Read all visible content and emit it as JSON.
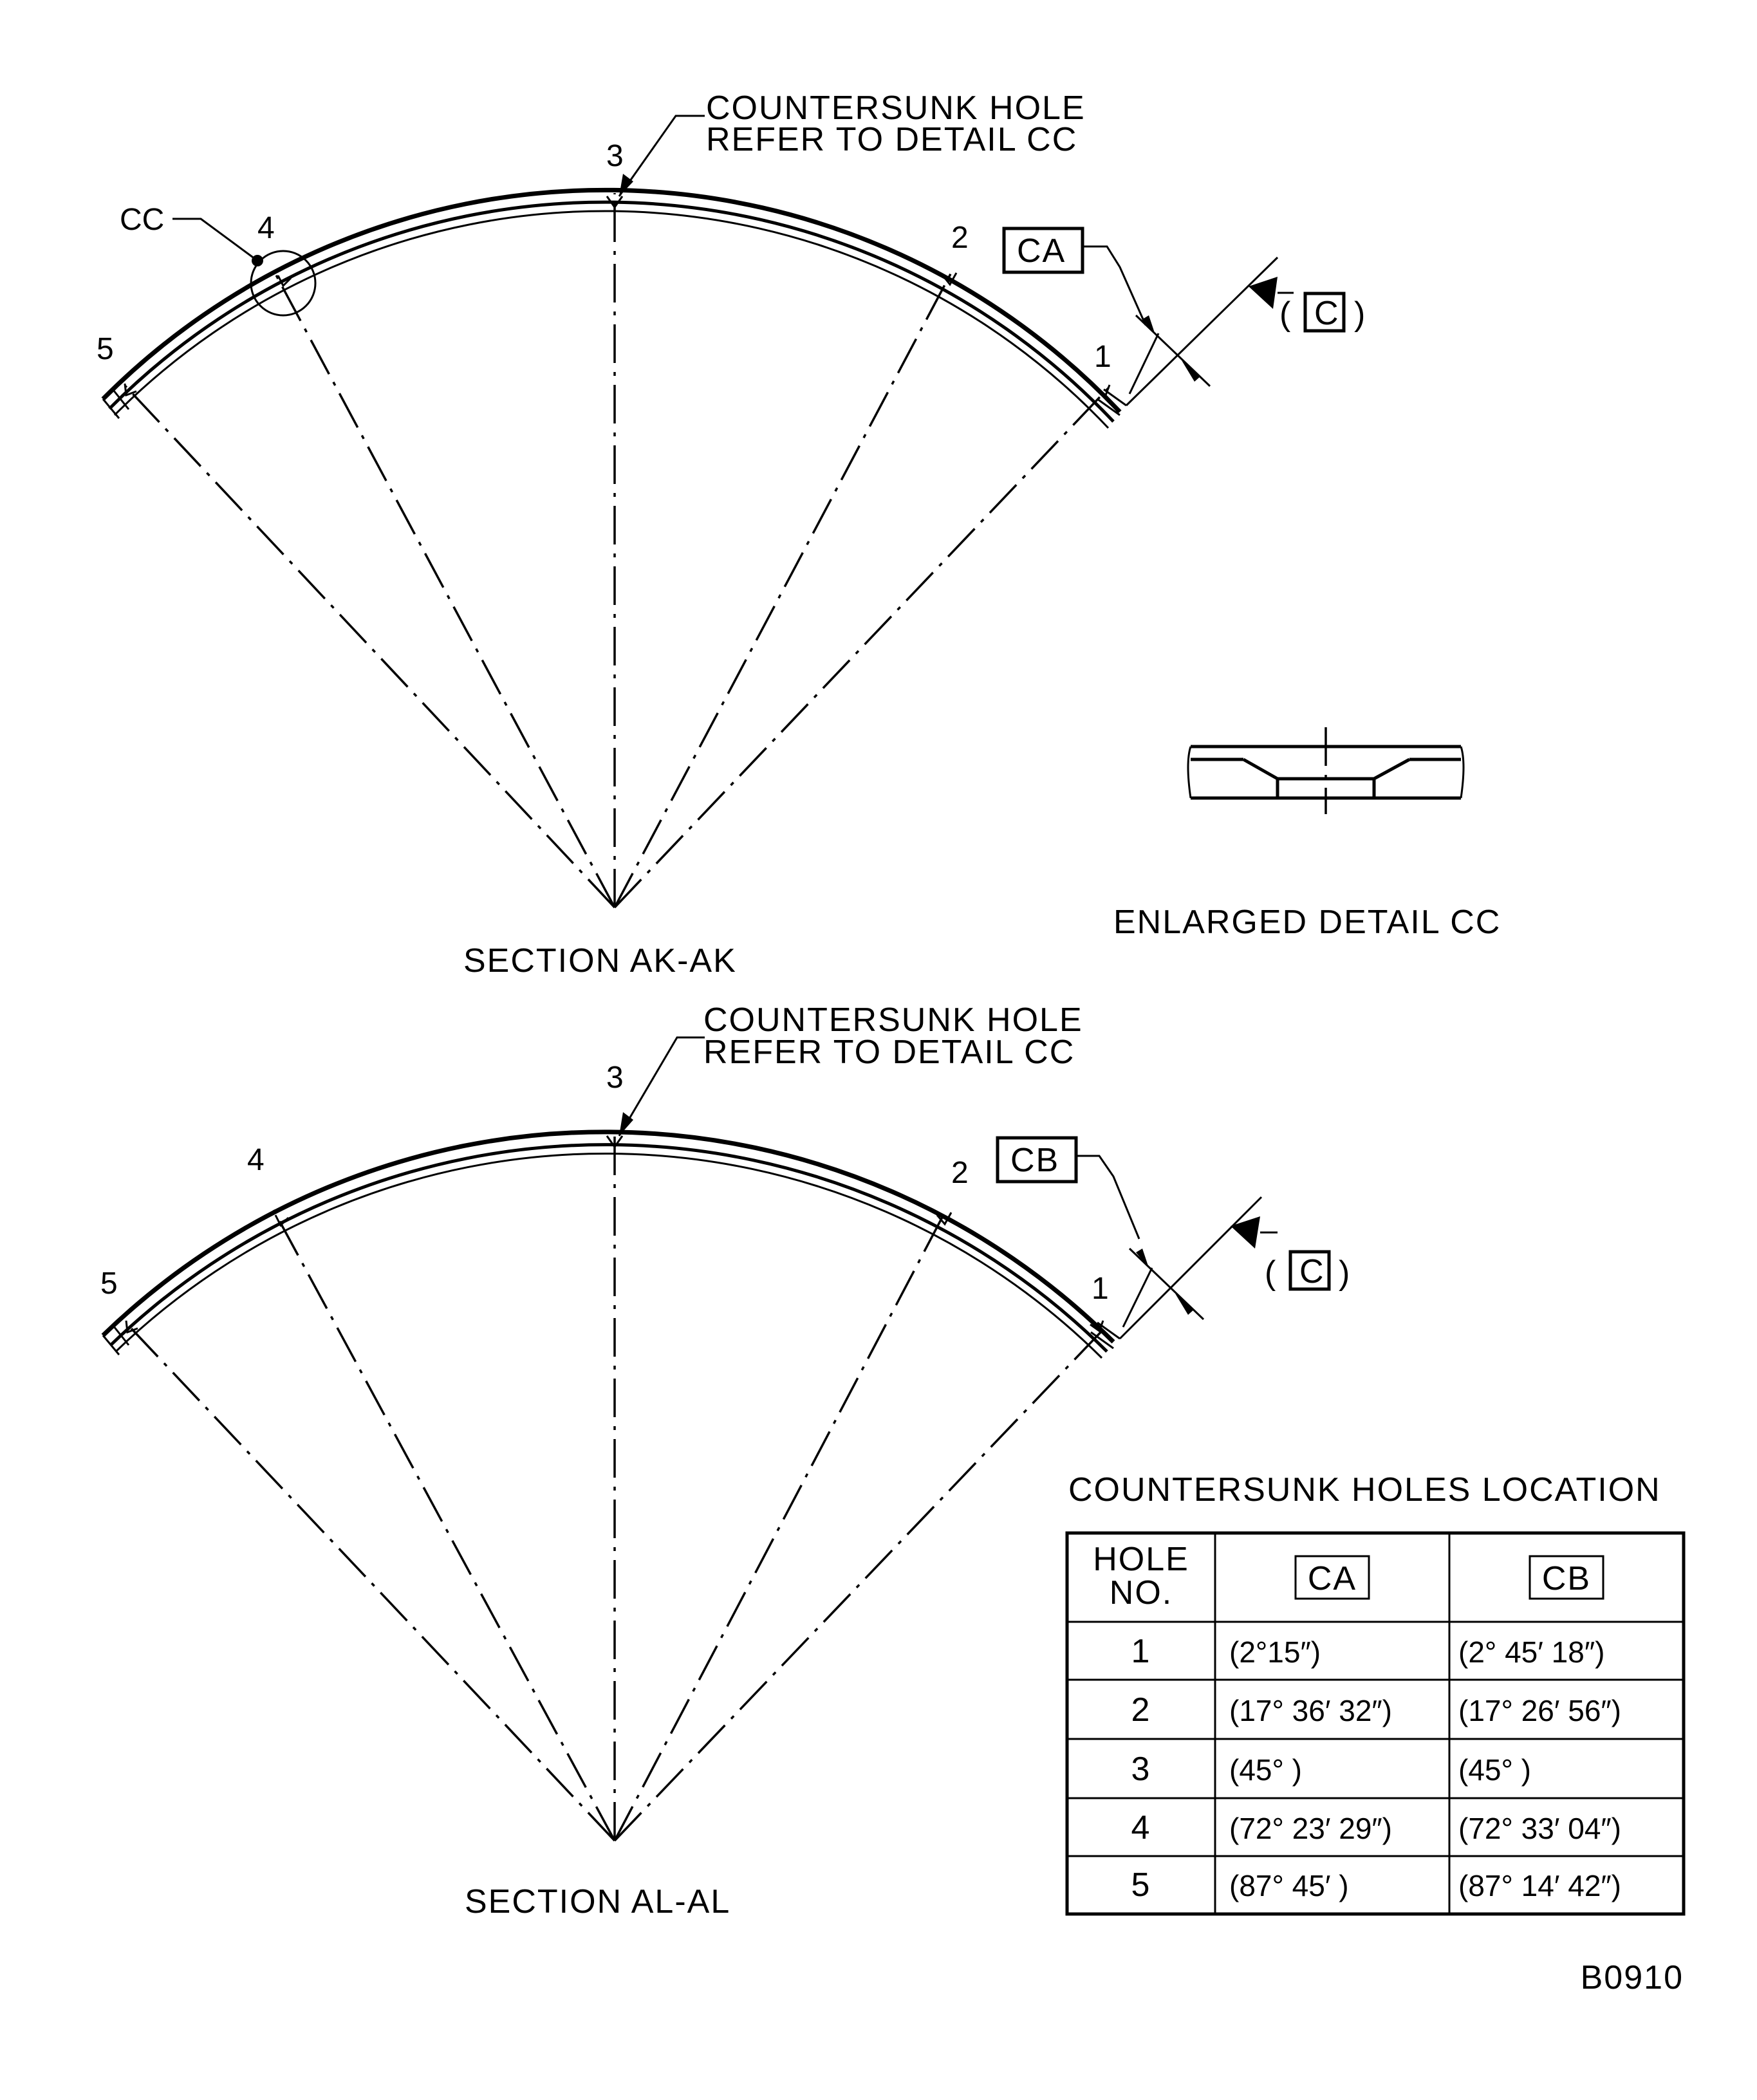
{
  "colors": {
    "ink": "#000000",
    "paper": "#ffffff"
  },
  "sections": [
    {
      "id": "ak",
      "title": "SECTION AK-AK",
      "callout_line1": "COUNTERSUNK HOLE",
      "callout_line2": "REFER TO DETAIL CC",
      "datum_box": "CA",
      "datum_ref": "C",
      "detail_marker": "CC",
      "hole_labels": [
        "1",
        "2",
        "3",
        "4",
        "5"
      ]
    },
    {
      "id": "al",
      "title": "SECTION AL-AL",
      "callout_line1": "COUNTERSUNK HOLE",
      "callout_line2": "REFER TO DETAIL CC",
      "datum_box": "CB",
      "datum_ref": "C",
      "hole_labels": [
        "1",
        "2",
        "3",
        "4",
        "5"
      ]
    }
  ],
  "detail": {
    "title": "ENLARGED DETAIL  CC"
  },
  "table": {
    "title": "COUNTERSUNK HOLES LOCATION",
    "header": {
      "hole_line1": "HOLE",
      "hole_line2": "NO.",
      "ca": "CA",
      "cb": "CB"
    },
    "rows": [
      {
        "hole": "1",
        "ca": "(2°15″)",
        "cb": "(2° 45′ 18″)"
      },
      {
        "hole": "2",
        "ca": "(17° 36′ 32″)",
        "cb": "(17° 26′ 56″)"
      },
      {
        "hole": "3",
        "ca": "(45° )",
        "cb": "(45° )"
      },
      {
        "hole": "4",
        "ca": "(72° 23′ 29″)",
        "cb": "(72° 33′ 04″)"
      },
      {
        "hole": "5",
        "ca": "(87° 45′ )",
        "cb": "(87° 14′ 42″)"
      }
    ]
  },
  "figure_id": "B0910"
}
